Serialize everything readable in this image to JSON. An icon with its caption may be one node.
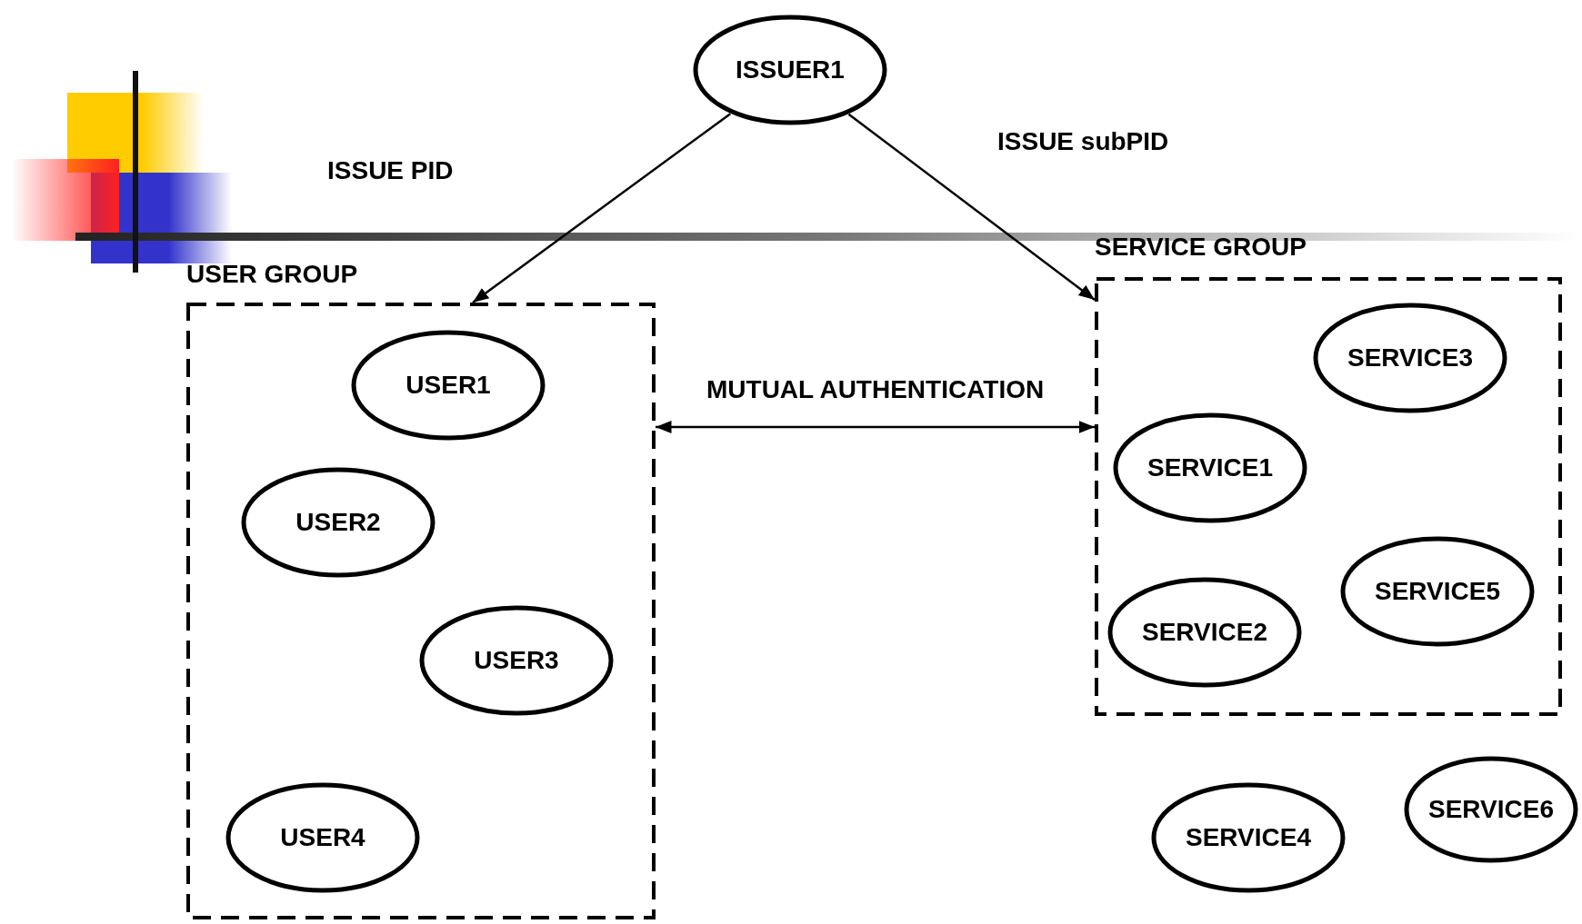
{
  "diagram": {
    "nodes": [
      {
        "text": [
          "ISSUER1"
        ]
      },
      {
        "text": [
          "USER GROUP"
        ]
      },
      {
        "text": [
          "USER1"
        ],
        "in": 1
      },
      {
        "text": [
          "USER2"
        ],
        "in": 1
      },
      {
        "text": [
          "USER3"
        ],
        "in": 1
      },
      {
        "text": [
          "USER4"
        ],
        "in": 1
      },
      {
        "text": [
          "SERVICE GROUP"
        ]
      },
      {
        "text": [
          "SERVICE3"
        ],
        "in": 6
      },
      {
        "text": [
          "SERVICE1"
        ],
        "in": 6
      },
      {
        "text": [
          "SERVICE5"
        ],
        "in": 6
      },
      {
        "text": [
          "SERVICE2"
        ],
        "in": 6
      },
      {
        "text": [
          "SERVICE4"
        ]
      },
      {
        "text": [
          "SERVICE6"
        ]
      }
    ],
    "edges": [
      {
        "from": 0,
        "to": 1,
        "arrow": "to",
        "label": "ISSUE PID"
      },
      {
        "from": 0,
        "to": 6,
        "arrow": "to",
        "label": "ISSUE subPID"
      },
      {
        "from": 1,
        "to": 6,
        "arrow": "both",
        "label": "MUTUAL AUTHENTICATION"
      }
    ]
  }
}
